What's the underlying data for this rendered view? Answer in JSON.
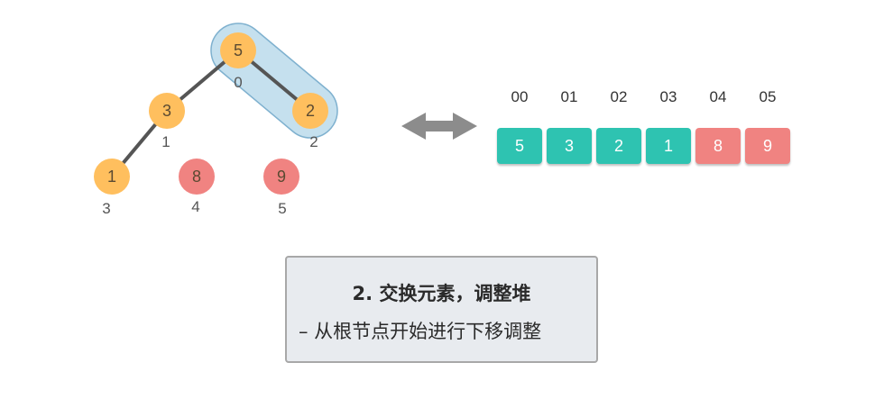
{
  "colors": {
    "orange_node": "#ffbf5e",
    "red_node": "#f08381",
    "teal_cell": "#2ec3b1",
    "red_cell": "#f08381",
    "edge": "#555555",
    "highlight": "#c5e0ee",
    "highlight_stroke": "#7fb1cf",
    "arrow": "#8c8c8c"
  },
  "tree": {
    "nodes": [
      {
        "value": "5",
        "index": "0",
        "color": "orange"
      },
      {
        "value": "3",
        "index": "1",
        "color": "orange"
      },
      {
        "value": "2",
        "index": "2",
        "color": "orange"
      },
      {
        "value": "1",
        "index": "3",
        "color": "orange"
      },
      {
        "value": "8",
        "index": "4",
        "color": "red"
      },
      {
        "value": "9",
        "index": "5",
        "color": "red"
      }
    ],
    "edges": [
      [
        0,
        1
      ],
      [
        0,
        2
      ],
      [
        1,
        3
      ]
    ],
    "highlighted_pair": [
      0,
      2
    ]
  },
  "array": {
    "indices": [
      "00",
      "01",
      "02",
      "03",
      "04",
      "05"
    ],
    "cells": [
      {
        "value": "5",
        "color": "teal"
      },
      {
        "value": "3",
        "color": "teal"
      },
      {
        "value": "2",
        "color": "teal"
      },
      {
        "value": "1",
        "color": "teal"
      },
      {
        "value": "8",
        "color": "red"
      },
      {
        "value": "9",
        "color": "red"
      }
    ]
  },
  "arrow_icon": "double-arrow-icon",
  "caption": {
    "title": "2. 交换元素，调整堆",
    "subtitle": "– 从根节点开始进行下移调整"
  }
}
